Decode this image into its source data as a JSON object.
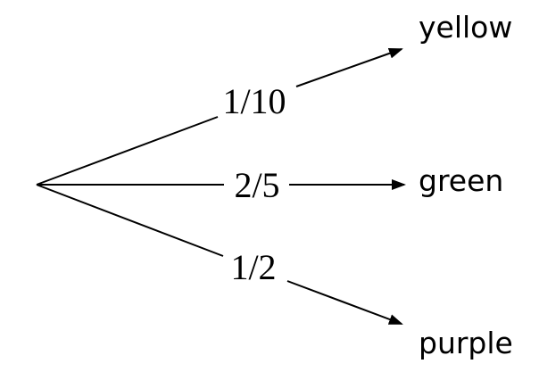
{
  "tree": {
    "branches": [
      {
        "probability": "1/10",
        "outcome": "yellow"
      },
      {
        "probability": "2/5",
        "outcome": "green"
      },
      {
        "probability": "1/2",
        "outcome": "purple"
      }
    ]
  },
  "colors": {
    "stroke": "#000000",
    "text": "#000000",
    "background": "#ffffff"
  }
}
